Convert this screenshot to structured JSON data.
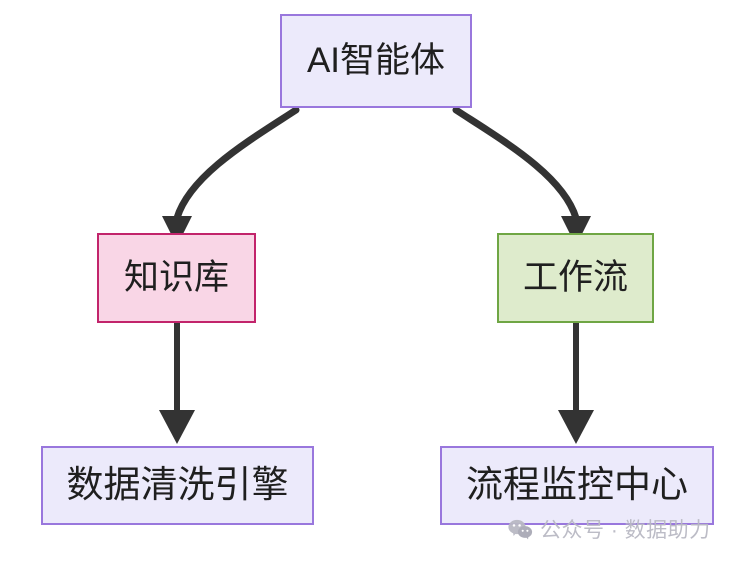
{
  "diagram": {
    "type": "flowchart",
    "direction": "top-down",
    "background_color": "#ffffff",
    "nodes": [
      {
        "id": "agent",
        "label": "AI智能体",
        "shape": "rectangle",
        "fill_color": "#ECEAFB",
        "border_color": "#9977DD"
      },
      {
        "id": "knowledge",
        "label": "知识库",
        "shape": "rectangle",
        "fill_color": "#F9D6E6",
        "border_color": "#C2246B"
      },
      {
        "id": "workflow",
        "label": "工作流",
        "shape": "rectangle",
        "fill_color": "#DEEBCC",
        "border_color": "#6FA644"
      },
      {
        "id": "cleaning",
        "label": "数据清洗引擎",
        "shape": "rectangle",
        "fill_color": "#ECEAFB",
        "border_color": "#9977DD"
      },
      {
        "id": "monitor",
        "label": "流程监控中心",
        "shape": "rectangle",
        "fill_color": "#ECEAFB",
        "border_color": "#9977DD"
      }
    ],
    "edges": [
      {
        "id": "agent-to-knowledge",
        "from": "agent",
        "to": "knowledge",
        "style": "curved",
        "arrowhead": "filled-triangle",
        "color": "#333333"
      },
      {
        "id": "agent-to-workflow",
        "from": "agent",
        "to": "workflow",
        "style": "curved",
        "arrowhead": "filled-triangle",
        "color": "#333333"
      },
      {
        "id": "knowledge-to-cleaning",
        "from": "knowledge",
        "to": "cleaning",
        "style": "straight",
        "arrowhead": "filled-triangle",
        "color": "#333333"
      },
      {
        "id": "workflow-to-monitor",
        "from": "workflow",
        "to": "monitor",
        "style": "straight",
        "arrowhead": "filled-triangle",
        "color": "#333333"
      }
    ]
  },
  "watermark": {
    "icon": "wechat-icon",
    "text": "公众号 · 数据助力",
    "color": "#b9b9c4"
  }
}
